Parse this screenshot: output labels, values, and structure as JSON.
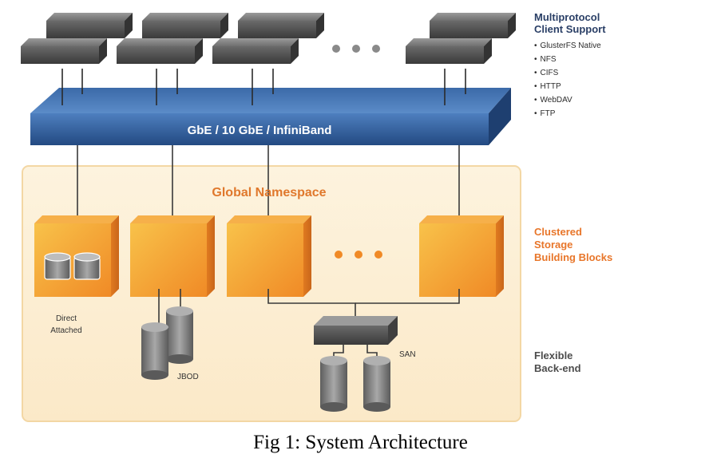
{
  "network_label": "GbE / 10 GbE / InfiniBand",
  "namespace_label": "Global Namespace",
  "client_support": {
    "title_line1": "Multiprotocol",
    "title_line2": "Client Support",
    "protocols": [
      "GlusterFS Native",
      "NFS",
      "CIFS",
      "HTTP",
      "WebDAV",
      "FTP"
    ]
  },
  "clustered_label": [
    "Clustered",
    "Storage",
    "Building Blocks"
  ],
  "backend_label": [
    "Flexible",
    "Back-end"
  ],
  "storage_labels": {
    "direct_attached": [
      "Direct",
      "Attached"
    ],
    "jbod": "JBOD",
    "san": "SAN"
  },
  "caption": "Fig 1: System Architecture",
  "colors": {
    "network_blue": "#2f5c9a",
    "network_label": "#ffffff",
    "namespace_panel": "#fcefd6",
    "namespace_text": "#e0782c",
    "block_orange": "#f39a2e",
    "side_title_navy": "#2a3f66",
    "side_orange": "#e8762a",
    "server_gray": "#5c5c5c"
  }
}
